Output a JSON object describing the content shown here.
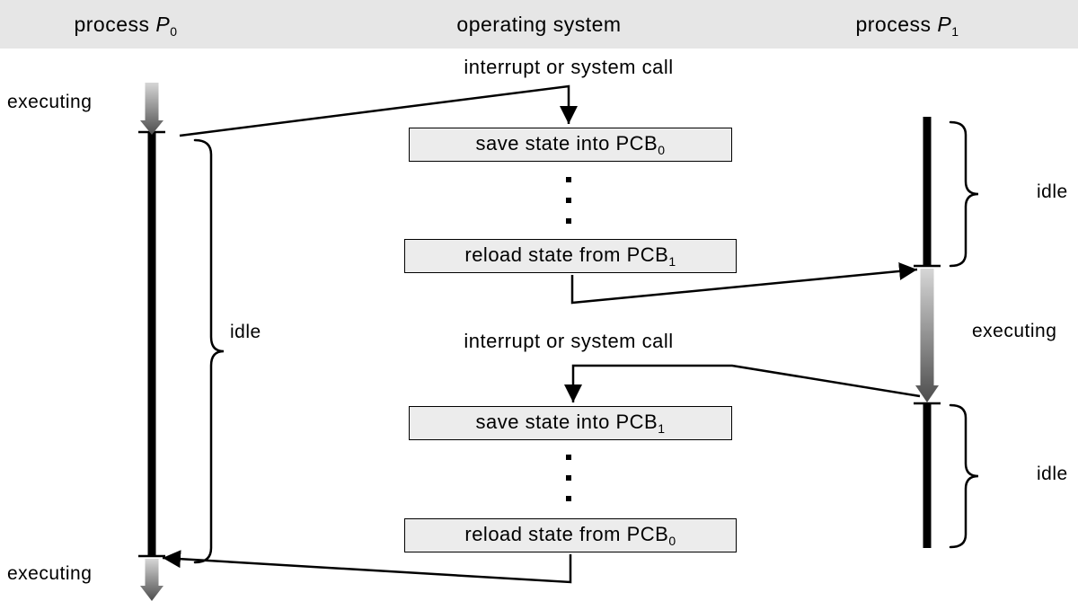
{
  "header": {
    "columns": [
      {
        "prefix": "process ",
        "var": "P",
        "sub": "0"
      },
      {
        "prefix": "operating system",
        "var": "",
        "sub": ""
      },
      {
        "prefix": "process ",
        "var": "P",
        "sub": "1"
      }
    ]
  },
  "os": {
    "interrupt_top": "interrupt or system call",
    "interrupt_bottom": "interrupt or system call",
    "boxes": [
      {
        "text": "save state into PCB",
        "sub": "0"
      },
      {
        "text": "reload state from PCB",
        "sub": "1"
      },
      {
        "text": "save state into PCB",
        "sub": "1"
      },
      {
        "text": "reload state from PCB",
        "sub": "0"
      }
    ]
  },
  "p0": {
    "executing_top": "executing",
    "executing_bottom": "executing",
    "idle": "idle"
  },
  "p1": {
    "executing": "executing",
    "idle_top": "idle",
    "idle_bottom": "idle"
  },
  "colors": {
    "header-bg": "#e6e6e6",
    "box-bg": "#ececec",
    "line": "#000000",
    "arrow-grad-start": "#d6d6d6",
    "arrow-grad-end": "#4d4d4d"
  }
}
